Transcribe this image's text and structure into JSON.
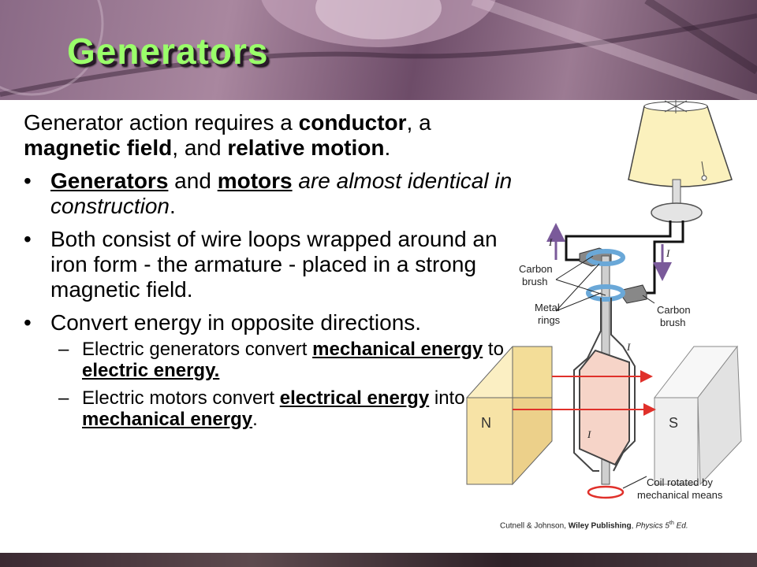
{
  "title": "Generators",
  "intro": {
    "t1": "Generator action requires a ",
    "b1": "conductor",
    "t2": ", a ",
    "b2": "magnetic field",
    "t3": ", and ",
    "b3": "relative motion",
    "t4": "."
  },
  "bullet_char": "•",
  "dash_char": "–",
  "bullets": {
    "b1": {
      "u1": "Generators",
      "t1": " and ",
      "u2": "motors",
      "i1": " are almost identical in construction",
      "t2": "."
    },
    "b2": {
      "text": "Both consist of wire loops wrapped around an iron form - the armature - placed in a strong magnetic field."
    },
    "b3": {
      "text": "Convert energy in opposite directions."
    }
  },
  "sub": {
    "s1": {
      "t1": "Electric generators convert ",
      "u1": "mechanical energy",
      "t2": " to ",
      "u2": "electric energy."
    },
    "s2": {
      "t1": "Electric motors convert ",
      "u1": "electrical energy",
      "t2": " into ",
      "u2": "mechanical energy",
      "t3": "."
    }
  },
  "figure": {
    "labels": {
      "carbon_brush_1": [
        "Carbon",
        "brush"
      ],
      "metal_rings": [
        "Metal",
        "rings"
      ],
      "carbon_brush_2": [
        "Carbon",
        "brush"
      ],
      "coil_rotated": [
        "Coil rotated by",
        "mechanical means"
      ],
      "current": "I",
      "north": "N",
      "south": "S"
    }
  },
  "credit": {
    "t1": "Cutnell & Johnson, ",
    "b1": "Wiley Publishing",
    "t2": ", ",
    "i1": "Physics 5",
    "sup": "th",
    "t3": " Ed."
  },
  "colors": {
    "title_green": "#9aff6a",
    "magnet_n": "#f7e3a6",
    "magnet_s": "#ededed",
    "coil": "#f6d4c8",
    "field_line": "#e0302a",
    "ring_blue": "#6aa8d8",
    "current_arrow": "#7a5a9a"
  }
}
